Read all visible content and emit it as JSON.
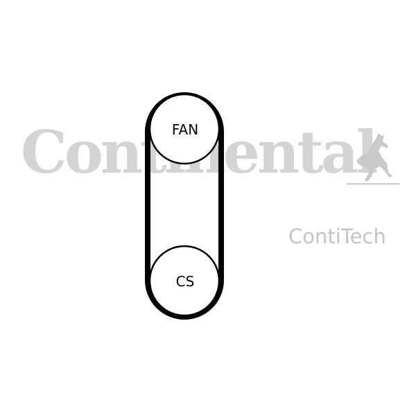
{
  "brand": {
    "wordmark": "Continental",
    "subbrand": "ContiTech",
    "logo_icon": "rearing-horse-icon",
    "watermark_color": "#d4d4d4"
  },
  "diagram": {
    "pulleys": [
      {
        "label": "FAN"
      },
      {
        "label": "CS"
      }
    ],
    "line_color": "#000000"
  }
}
